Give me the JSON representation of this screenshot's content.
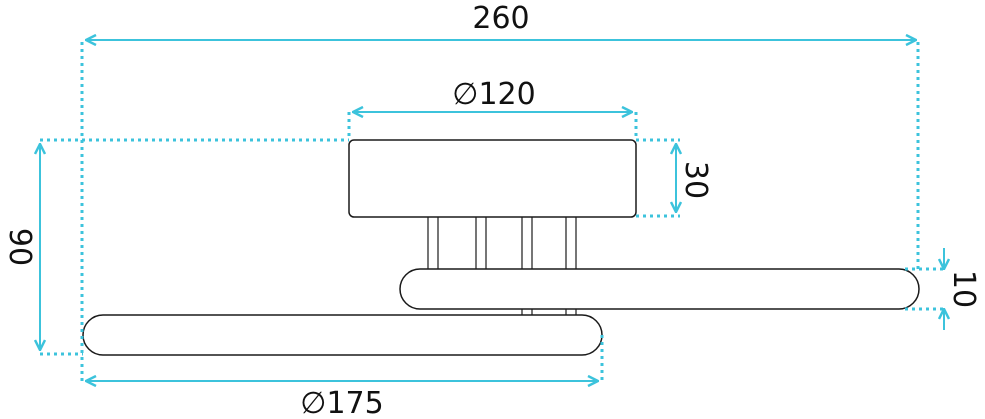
{
  "dimensions": {
    "overall_width": "260",
    "canopy_diameter": "120",
    "canopy_height": "30",
    "total_height": "90",
    "ring_thickness": "10",
    "lower_ring_diameter": "175",
    "diameter_symbol": "∅"
  },
  "colors": {
    "dimension": "#3cc3dc",
    "outline": "#1a1a1a",
    "fill": "#ffffff",
    "text": "#111111"
  }
}
